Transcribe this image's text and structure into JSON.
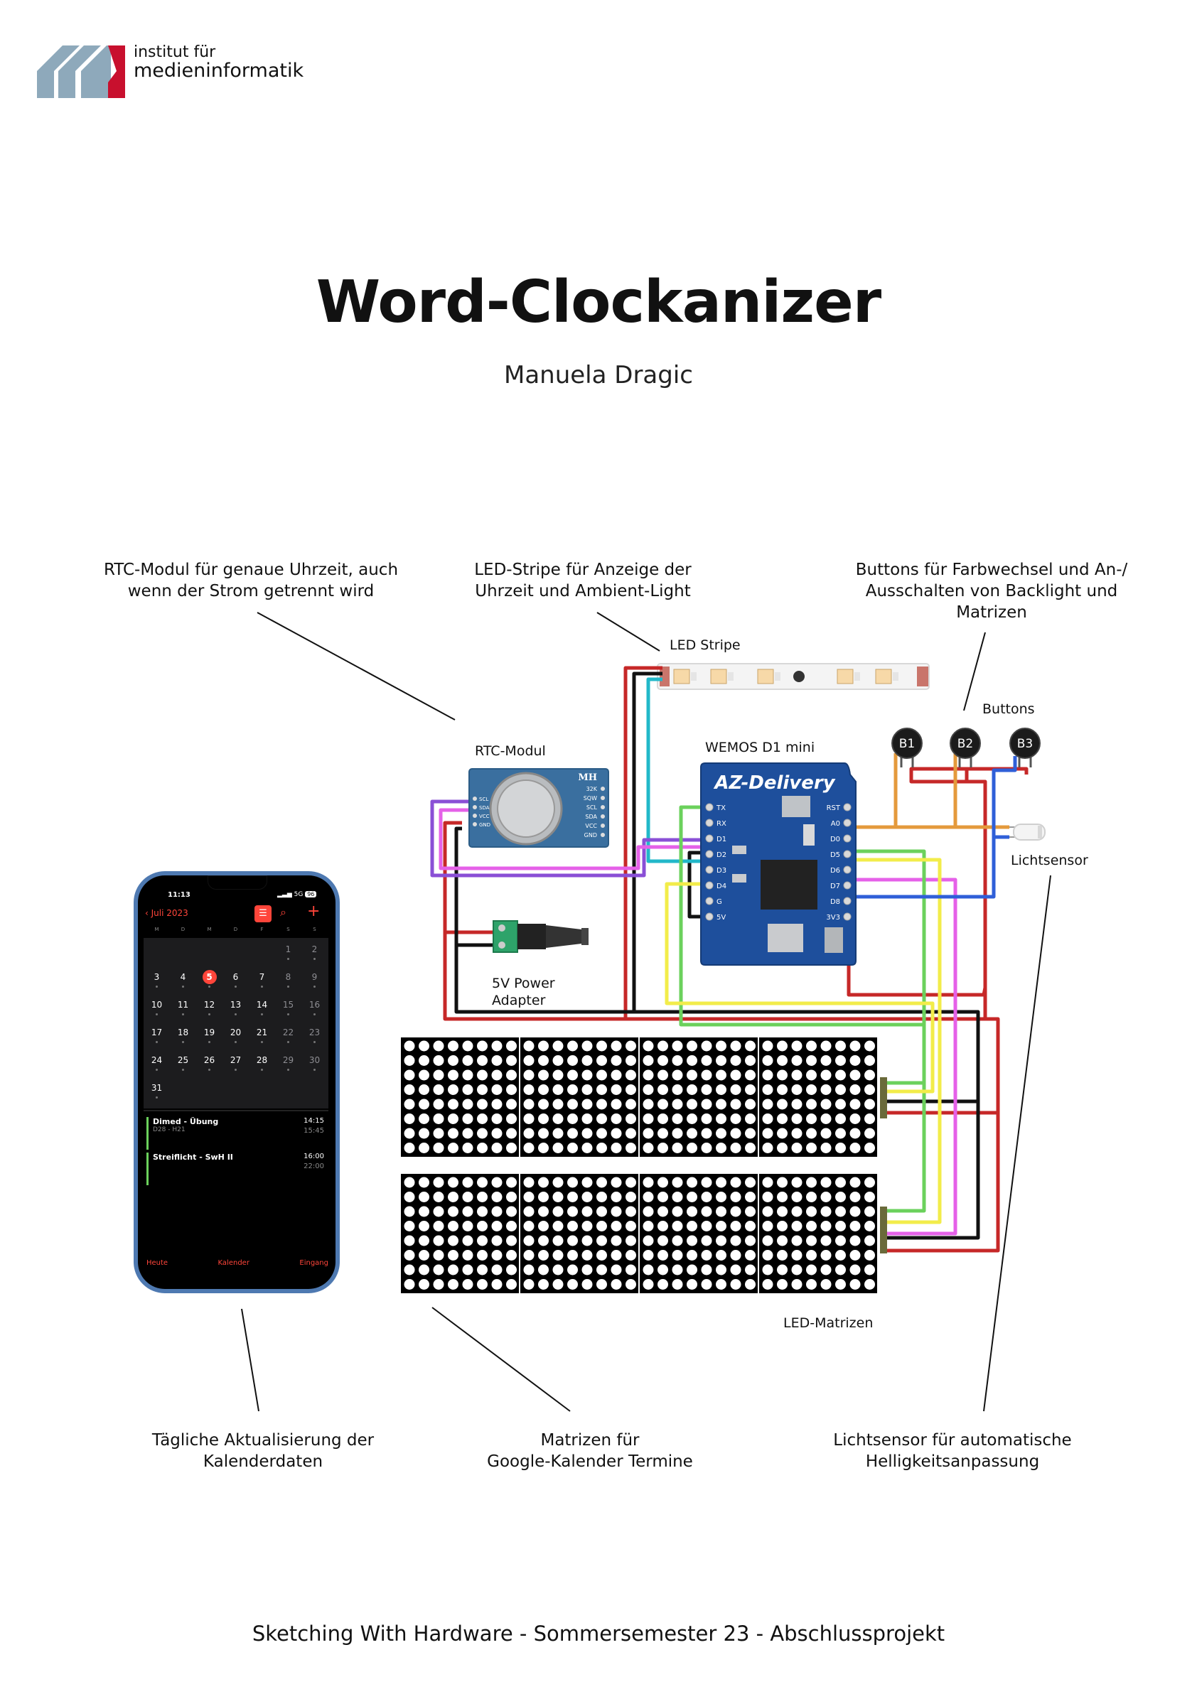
{
  "logo": {
    "line1": "institut für",
    "line2": "medieninformatik"
  },
  "title": "Word-Clockanizer",
  "author": "Manuela Dragic",
  "notes": {
    "rtc": [
      "RTC-Modul für genaue Uhrzeit, auch",
      "wenn der Strom getrennt wird"
    ],
    "led": [
      "LED-Stripe für Anzeige der",
      "Uhrzeit und Ambient-Light"
    ],
    "buttons": [
      "Buttons für Farbwechsel und An-/",
      "Ausschalten von Backlight und",
      "Matrizen"
    ],
    "calendar": [
      "Tägliche Aktualisierung der",
      "Kalenderdaten"
    ],
    "matrices": [
      "Matrizen für",
      "Google-Kalender Termine"
    ],
    "light": [
      "Lichtsensor für automatische",
      "Helligkeitsanpassung"
    ]
  },
  "labels": {
    "led_stripe": "LED Stripe",
    "buttons": "Buttons",
    "rtc_module": "RTC-Modul",
    "wemos": "WEMOS D1 mini",
    "light_sensor": "Lichtsensor",
    "power_adapter": [
      "5V Power",
      "Adapter"
    ],
    "led_matrices": "LED-Matrizen"
  },
  "button_labels": [
    "B1",
    "B2",
    "B3"
  ],
  "board": {
    "brand": "AZ-Delivery",
    "left_pins": [
      "TX",
      "RX",
      "D1",
      "D2",
      "D3",
      "D4",
      "G",
      "5V"
    ],
    "right_pins": [
      "RST",
      "A0",
      "D0",
      "D5",
      "D6",
      "D7",
      "D8",
      "3V3"
    ]
  },
  "rtc_pins_left": [
    "SCL",
    "SDA",
    "VCC",
    "GND"
  ],
  "rtc_pins_right": [
    "32K",
    "SQW",
    "SCL",
    "SDA",
    "VCC",
    "GND"
  ],
  "rtc_brand": "MH",
  "phone": {
    "time": "11:13",
    "status": "5G",
    "battery": "96",
    "month": "Juli 2023",
    "weekdays": [
      "M",
      "D",
      "M",
      "D",
      "F",
      "S",
      "S"
    ],
    "weeks": [
      [
        "",
        "",
        "",
        "",
        "",
        "1",
        "2"
      ],
      [
        "3",
        "4",
        "5",
        "6",
        "7",
        "8",
        "9"
      ],
      [
        "10",
        "11",
        "12",
        "13",
        "14",
        "15",
        "16"
      ],
      [
        "17",
        "18",
        "19",
        "20",
        "21",
        "22",
        "23"
      ],
      [
        "24",
        "25",
        "26",
        "27",
        "28",
        "29",
        "30"
      ],
      [
        "31",
        "",
        "",
        "",
        "",
        "",
        ""
      ]
    ],
    "today": "5",
    "events": [
      {
        "title": "Dimed - Übung",
        "sub": "D28 - H21",
        "start": "14:15",
        "end": "15:45"
      },
      {
        "title": "Streiflicht - SwH II",
        "sub": "",
        "start": "16:00",
        "end": "22:00"
      }
    ],
    "tabs": [
      "Heute",
      "Kalender",
      "Eingang"
    ],
    "accent": "#ff453a"
  },
  "footer": "Sketching With Hardware - Sommersemester 23 - Abschlussprojekt",
  "colors": {
    "red": "#c62828",
    "black": "#111111",
    "cyan": "#22b8c9",
    "purple": "#8a4fd6",
    "magenta": "#e561e8",
    "green": "#6bd15c",
    "yellow": "#f2ec4a",
    "orange": "#e49a3c",
    "blue": "#2f5fd8",
    "board": "#1e4f9c",
    "logo": "#8ea9bb",
    "logo_red": "#c8102e"
  }
}
